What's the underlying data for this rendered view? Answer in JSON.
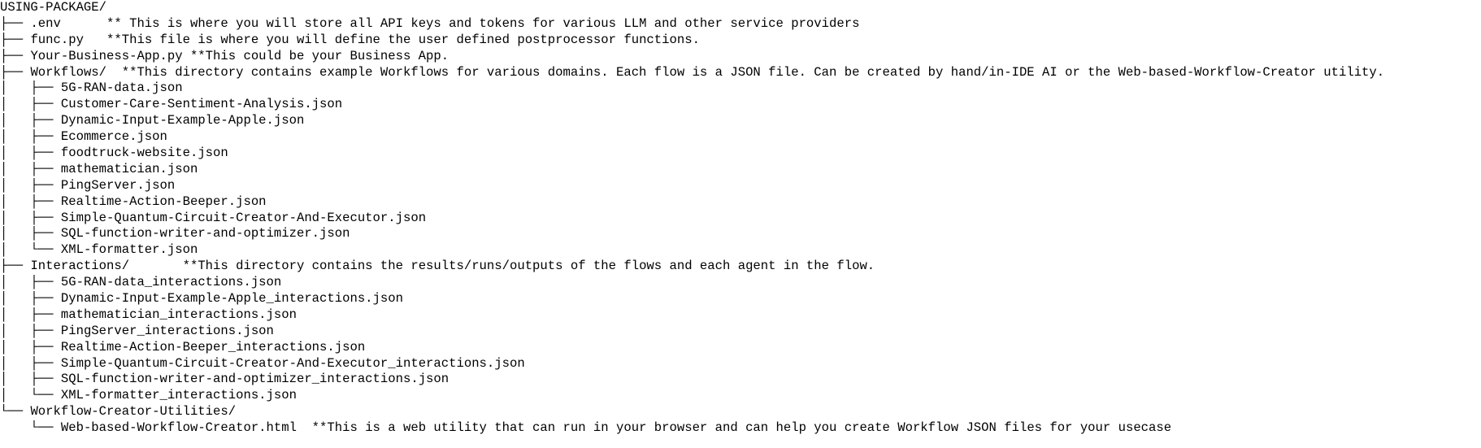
{
  "tree": {
    "root": "USING-PACKAGE/",
    "lines": [
      {
        "prefix": "├── ",
        "name": ".env",
        "comment": "      ** This is where you will store all API keys and tokens for various LLM and other service providers"
      },
      {
        "prefix": "├── ",
        "name": "func.py",
        "comment": "   **This file is where you will define the user defined postprocessor functions."
      },
      {
        "prefix": "├── ",
        "name": "Your-Business-App.py",
        "comment": " **This could be your Business App."
      },
      {
        "prefix": "├── ",
        "name": "Workflows/",
        "comment": "  **This directory contains example Workflows for various domains. Each flow is a JSON file. Can be created by hand/in-IDE AI or the Web-based-Workflow-Creator utility."
      },
      {
        "prefix": "│   ├── ",
        "name": "5G-RAN-data.json",
        "comment": ""
      },
      {
        "prefix": "│   ├── ",
        "name": "Customer-Care-Sentiment-Analysis.json",
        "comment": ""
      },
      {
        "prefix": "│   ├── ",
        "name": "Dynamic-Input-Example-Apple.json",
        "comment": ""
      },
      {
        "prefix": "│   ├── ",
        "name": "Ecommerce.json",
        "comment": ""
      },
      {
        "prefix": "│   ├── ",
        "name": "foodtruck-website.json",
        "comment": ""
      },
      {
        "prefix": "│   ├── ",
        "name": "mathematician.json",
        "comment": ""
      },
      {
        "prefix": "│   ├── ",
        "name": "PingServer.json",
        "comment": ""
      },
      {
        "prefix": "│   ├── ",
        "name": "Realtime-Action-Beeper.json",
        "comment": ""
      },
      {
        "prefix": "│   ├── ",
        "name": "Simple-Quantum-Circuit-Creator-And-Executor.json",
        "comment": ""
      },
      {
        "prefix": "│   ├── ",
        "name": "SQL-function-writer-and-optimizer.json",
        "comment": ""
      },
      {
        "prefix": "│   └── ",
        "name": "XML-formatter.json",
        "comment": ""
      },
      {
        "prefix": "├── ",
        "name": "Interactions/",
        "comment": "       **This directory contains the results/runs/outputs of the flows and each agent in the flow."
      },
      {
        "prefix": "│   ├── ",
        "name": "5G-RAN-data_interactions.json",
        "comment": ""
      },
      {
        "prefix": "│   ├── ",
        "name": "Dynamic-Input-Example-Apple_interactions.json",
        "comment": ""
      },
      {
        "prefix": "│   ├── ",
        "name": "mathematician_interactions.json",
        "comment": ""
      },
      {
        "prefix": "│   ├── ",
        "name": "PingServer_interactions.json",
        "comment": ""
      },
      {
        "prefix": "│   ├── ",
        "name": "Realtime-Action-Beeper_interactions.json",
        "comment": ""
      },
      {
        "prefix": "│   ├── ",
        "name": "Simple-Quantum-Circuit-Creator-And-Executor_interactions.json",
        "comment": ""
      },
      {
        "prefix": "│   ├── ",
        "name": "SQL-function-writer-and-optimizer_interactions.json",
        "comment": ""
      },
      {
        "prefix": "│   └── ",
        "name": "XML-formatter_interactions.json",
        "comment": ""
      },
      {
        "prefix": "└── ",
        "name": "Workflow-Creator-Utilities/",
        "comment": ""
      },
      {
        "prefix": "    └── ",
        "name": "Web-based-Workflow-Creator.html",
        "comment": "  **This is a web utility that can run in your browser and can help you create Workflow JSON files for your usecase"
      }
    ]
  }
}
